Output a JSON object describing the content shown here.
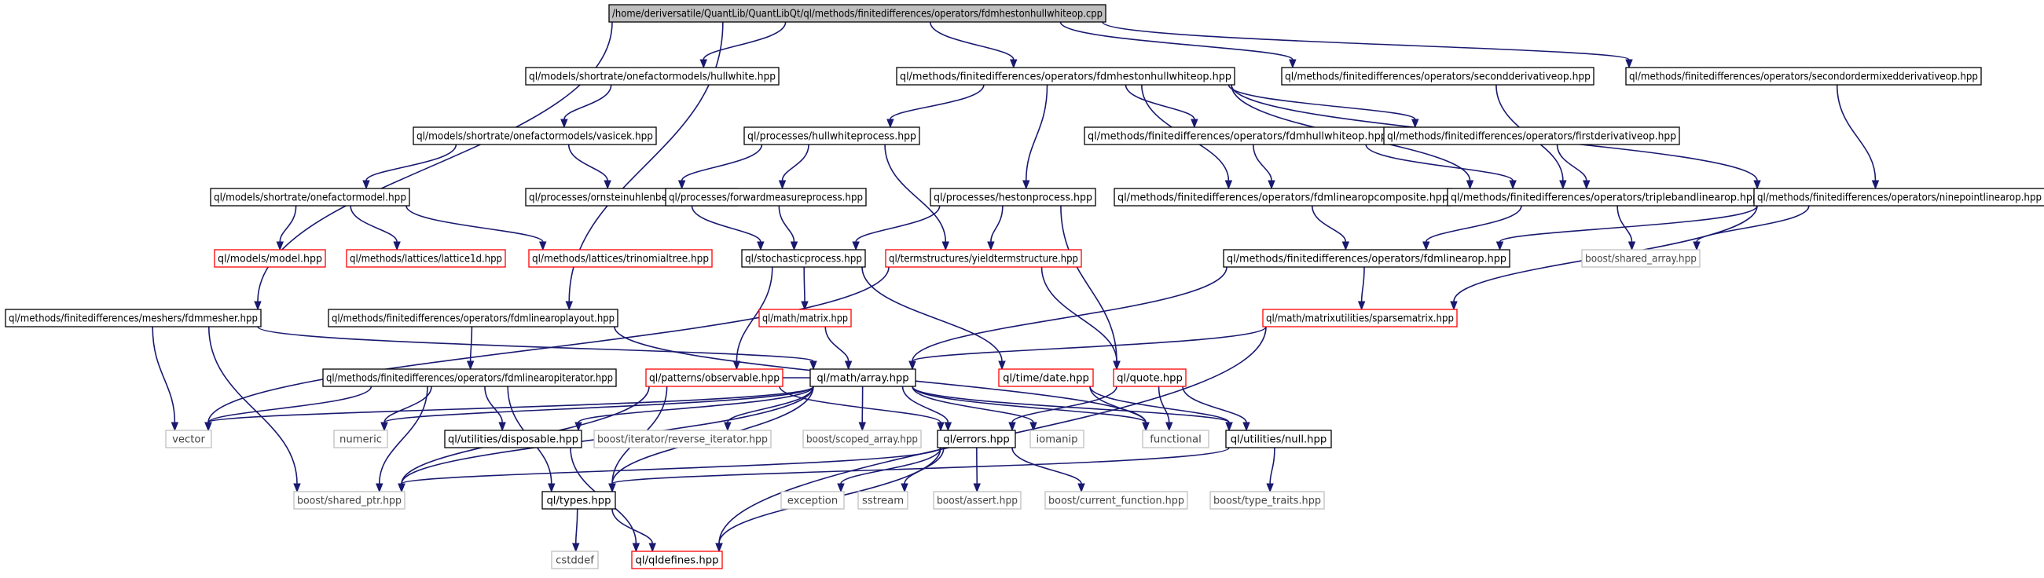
{
  "colors": {
    "edge": "#191970",
    "root_fill": "#bfbfbf",
    "black_border": "#000000",
    "red_border": "#ff0000",
    "gray_border": "#bfbfbf"
  },
  "nodes": [
    {
      "id": "root",
      "label": "/home/deriversatile/QuantLib/QuantLibQt/ql/methods/finitedifferences/operators/fdmhestonhullwhiteop.cpp",
      "style": "root"
    },
    {
      "id": "hullwhite",
      "label": "ql/models/shortrate/onefactormodels/hullwhite.hpp",
      "style": "black"
    },
    {
      "id": "fdmhestonhullwhiteop",
      "label": "ql/methods/finitedifferences/operators/fdmhestonhullwhiteop.hpp",
      "style": "black"
    },
    {
      "id": "secondderivativeop",
      "label": "ql/methods/finitedifferences/operators/secondderivativeop.hpp",
      "style": "black"
    },
    {
      "id": "secondordermixed",
      "label": "ql/methods/finitedifferences/operators/secondordermixedderivativeop.hpp",
      "style": "black"
    },
    {
      "id": "vasicek",
      "label": "ql/models/shortrate/onefactormodels/vasicek.hpp",
      "style": "black"
    },
    {
      "id": "hullwhiteprocess",
      "label": "ql/processes/hullwhiteprocess.hpp",
      "style": "black"
    },
    {
      "id": "fdmhullwhiteop",
      "label": "ql/methods/finitedifferences/operators/fdmhullwhiteop.hpp",
      "style": "black"
    },
    {
      "id": "firstderivativeop",
      "label": "ql/methods/finitedifferences/operators/firstderivativeop.hpp",
      "style": "black"
    },
    {
      "id": "onefactormodel",
      "label": "ql/models/shortrate/onefactormodel.hpp",
      "style": "black"
    },
    {
      "id": "ou",
      "label": "ql/processes/ornsteinuhlenbeckprocess.hpp",
      "style": "black"
    },
    {
      "id": "forwardmeasure",
      "label": "ql/processes/forwardmeasureprocess.hpp",
      "style": "black"
    },
    {
      "id": "hestonprocess",
      "label": "ql/processes/hestonprocess.hpp",
      "style": "black"
    },
    {
      "id": "fdmlinearopcomposite",
      "label": "ql/methods/finitedifferences/operators/fdmlinearopcomposite.hpp",
      "style": "black"
    },
    {
      "id": "triplebandlinearop",
      "label": "ql/methods/finitedifferences/operators/triplebandlinearop.hpp",
      "style": "black"
    },
    {
      "id": "ninepointlinearop",
      "label": "ql/methods/finitedifferences/operators/ninepointlinearop.hpp",
      "style": "black"
    },
    {
      "id": "model",
      "label": "ql/models/model.hpp",
      "style": "red"
    },
    {
      "id": "lattice1d",
      "label": "ql/methods/lattices/lattice1d.hpp",
      "style": "red"
    },
    {
      "id": "trinomialtree",
      "label": "ql/methods/lattices/trinomialtree.hpp",
      "style": "red"
    },
    {
      "id": "stochasticprocess",
      "label": "ql/stochasticprocess.hpp",
      "style": "black"
    },
    {
      "id": "yieldtermstructure",
      "label": "ql/termstructures/yieldtermstructure.hpp",
      "style": "red"
    },
    {
      "id": "fdmlinearop",
      "label": "ql/methods/finitedifferences/operators/fdmlinearop.hpp",
      "style": "black"
    },
    {
      "id": "shared_array",
      "label": "boost/shared_array.hpp",
      "style": "gray"
    },
    {
      "id": "fdmmesher",
      "label": "ql/methods/finitedifferences/meshers/fdmmesher.hpp",
      "style": "black"
    },
    {
      "id": "fdmlinearoplayout",
      "label": "ql/methods/finitedifferences/operators/fdmlinearoplayout.hpp",
      "style": "black"
    },
    {
      "id": "matrix",
      "label": "ql/math/matrix.hpp",
      "style": "red"
    },
    {
      "id": "sparsematrix",
      "label": "ql/math/matrixutilities/sparsematrix.hpp",
      "style": "red"
    },
    {
      "id": "fdmlinearopiterator",
      "label": "ql/methods/finitedifferences/operators/fdmlinearopiterator.hpp",
      "style": "black"
    },
    {
      "id": "observable",
      "label": "ql/patterns/observable.hpp",
      "style": "red"
    },
    {
      "id": "array",
      "label": "ql/math/array.hpp",
      "style": "black"
    },
    {
      "id": "date",
      "label": "ql/time/date.hpp",
      "style": "red"
    },
    {
      "id": "quote",
      "label": "ql/quote.hpp",
      "style": "red"
    },
    {
      "id": "vector",
      "label": "vector",
      "style": "gray"
    },
    {
      "id": "numeric",
      "label": "numeric",
      "style": "gray"
    },
    {
      "id": "disposable",
      "label": "ql/utilities/disposable.hpp",
      "style": "black"
    },
    {
      "id": "reverse_iterator",
      "label": "boost/iterator/reverse_iterator.hpp",
      "style": "gray"
    },
    {
      "id": "scoped_array",
      "label": "boost/scoped_array.hpp",
      "style": "gray"
    },
    {
      "id": "errors",
      "label": "ql/errors.hpp",
      "style": "black"
    },
    {
      "id": "iomanip",
      "label": "iomanip",
      "style": "gray"
    },
    {
      "id": "functional",
      "label": "functional",
      "style": "gray"
    },
    {
      "id": "null",
      "label": "ql/utilities/null.hpp",
      "style": "black"
    },
    {
      "id": "shared_ptr",
      "label": "boost/shared_ptr.hpp",
      "style": "gray"
    },
    {
      "id": "types",
      "label": "ql/types.hpp",
      "style": "black"
    },
    {
      "id": "exception",
      "label": "exception",
      "style": "gray"
    },
    {
      "id": "sstream",
      "label": "sstream",
      "style": "gray"
    },
    {
      "id": "assert",
      "label": "boost/assert.hpp",
      "style": "gray"
    },
    {
      "id": "current_function",
      "label": "boost/current_function.hpp",
      "style": "gray"
    },
    {
      "id": "type_traits",
      "label": "boost/type_traits.hpp",
      "style": "gray"
    },
    {
      "id": "cstddef",
      "label": "cstddef",
      "style": "gray"
    },
    {
      "id": "qldefines",
      "label": "ql/qldefines.hpp",
      "style": "red"
    }
  ],
  "edges": [
    [
      "root",
      "hullwhite"
    ],
    [
      "root",
      "fdmhestonhullwhiteop"
    ],
    [
      "root",
      "secondderivativeop"
    ],
    [
      "root",
      "secondordermixed"
    ],
    [
      "root",
      "fdmmesher"
    ],
    [
      "root",
      "fdmlinearoplayout"
    ],
    [
      "hullwhite",
      "vasicek"
    ],
    [
      "vasicek",
      "onefactormodel"
    ],
    [
      "vasicek",
      "ou"
    ],
    [
      "onefactormodel",
      "model"
    ],
    [
      "onefactormodel",
      "lattice1d"
    ],
    [
      "onefactormodel",
      "trinomialtree"
    ],
    [
      "fdmhestonhullwhiteop",
      "hullwhiteprocess"
    ],
    [
      "fdmhestonhullwhiteop",
      "hestonprocess"
    ],
    [
      "fdmhestonhullwhiteop",
      "fdmhullwhiteop"
    ],
    [
      "fdmhestonhullwhiteop",
      "firstderivativeop"
    ],
    [
      "fdmhestonhullwhiteop",
      "fdmlinearopcomposite"
    ],
    [
      "fdmhestonhullwhiteop",
      "triplebandlinearop"
    ],
    [
      "fdmhestonhullwhiteop",
      "ninepointlinearop"
    ],
    [
      "hullwhiteprocess",
      "ou"
    ],
    [
      "hullwhiteprocess",
      "forwardmeasure"
    ],
    [
      "hullwhiteprocess",
      "yieldtermstructure"
    ],
    [
      "ou",
      "stochasticprocess"
    ],
    [
      "forwardmeasure",
      "stochasticprocess"
    ],
    [
      "hestonprocess",
      "stochasticprocess"
    ],
    [
      "hestonprocess",
      "yieldtermstructure"
    ],
    [
      "hestonprocess",
      "quote"
    ],
    [
      "fdmhullwhiteop",
      "fdmlinearopcomposite"
    ],
    [
      "fdmhullwhiteop",
      "triplebandlinearop"
    ],
    [
      "firstderivativeop",
      "triplebandlinearop"
    ],
    [
      "secondderivativeop",
      "triplebandlinearop"
    ],
    [
      "secondordermixed",
      "ninepointlinearop"
    ],
    [
      "fdmlinearopcomposite",
      "fdmlinearop"
    ],
    [
      "triplebandlinearop",
      "fdmlinearop"
    ],
    [
      "triplebandlinearop",
      "shared_array"
    ],
    [
      "ninepointlinearop",
      "fdmlinearop"
    ],
    [
      "ninepointlinearop",
      "shared_array"
    ],
    [
      "ninepointlinearop",
      "sparsematrix"
    ],
    [
      "stochasticprocess",
      "observable"
    ],
    [
      "stochasticprocess",
      "matrix"
    ],
    [
      "stochasticprocess",
      "date"
    ],
    [
      "yieldtermstructure",
      "quote"
    ],
    [
      "yieldtermstructure",
      "vector"
    ],
    [
      "fdmlinearop",
      "array"
    ],
    [
      "fdmlinearop",
      "sparsematrix"
    ],
    [
      "sparsematrix",
      "array"
    ],
    [
      "sparsematrix",
      "qldefines"
    ],
    [
      "matrix",
      "array"
    ],
    [
      "fdmmesher",
      "array"
    ],
    [
      "fdmmesher",
      "vector"
    ],
    [
      "fdmmesher",
      "shared_ptr"
    ],
    [
      "fdmlinearoplayout",
      "fdmlinearopiterator"
    ],
    [
      "fdmlinearoplayout",
      "functional"
    ],
    [
      "fdmlinearopiterator",
      "vector"
    ],
    [
      "fdmlinearopiterator",
      "numeric"
    ],
    [
      "fdmlinearopiterator",
      "types"
    ],
    [
      "fdmlinearopiterator",
      "disposable"
    ],
    [
      "fdmlinearopiterator",
      "shared_ptr"
    ],
    [
      "array",
      "vector"
    ],
    [
      "array",
      "numeric"
    ],
    [
      "array",
      "disposable"
    ],
    [
      "array",
      "reverse_iterator"
    ],
    [
      "array",
      "scoped_array"
    ],
    [
      "array",
      "errors"
    ],
    [
      "array",
      "iomanip"
    ],
    [
      "array",
      "functional"
    ],
    [
      "array",
      "null"
    ],
    [
      "array",
      "types"
    ],
    [
      "array",
      "shared_ptr"
    ],
    [
      "array",
      "observable"
    ],
    [
      "observable",
      "types"
    ],
    [
      "observable",
      "errors"
    ],
    [
      "observable",
      "shared_ptr"
    ],
    [
      "date",
      "functional"
    ],
    [
      "date",
      "null"
    ],
    [
      "quote",
      "errors"
    ],
    [
      "quote",
      "null"
    ],
    [
      "quote",
      "functional"
    ],
    [
      "disposable",
      "qldefines"
    ],
    [
      "errors",
      "exception"
    ],
    [
      "errors",
      "sstream"
    ],
    [
      "errors",
      "assert"
    ],
    [
      "errors",
      "current_function"
    ],
    [
      "errors",
      "qldefines"
    ],
    [
      "errors",
      "shared_ptr"
    ],
    [
      "null",
      "types"
    ],
    [
      "null",
      "type_traits"
    ],
    [
      "types",
      "cstddef"
    ],
    [
      "types",
      "qldefines"
    ]
  ]
}
